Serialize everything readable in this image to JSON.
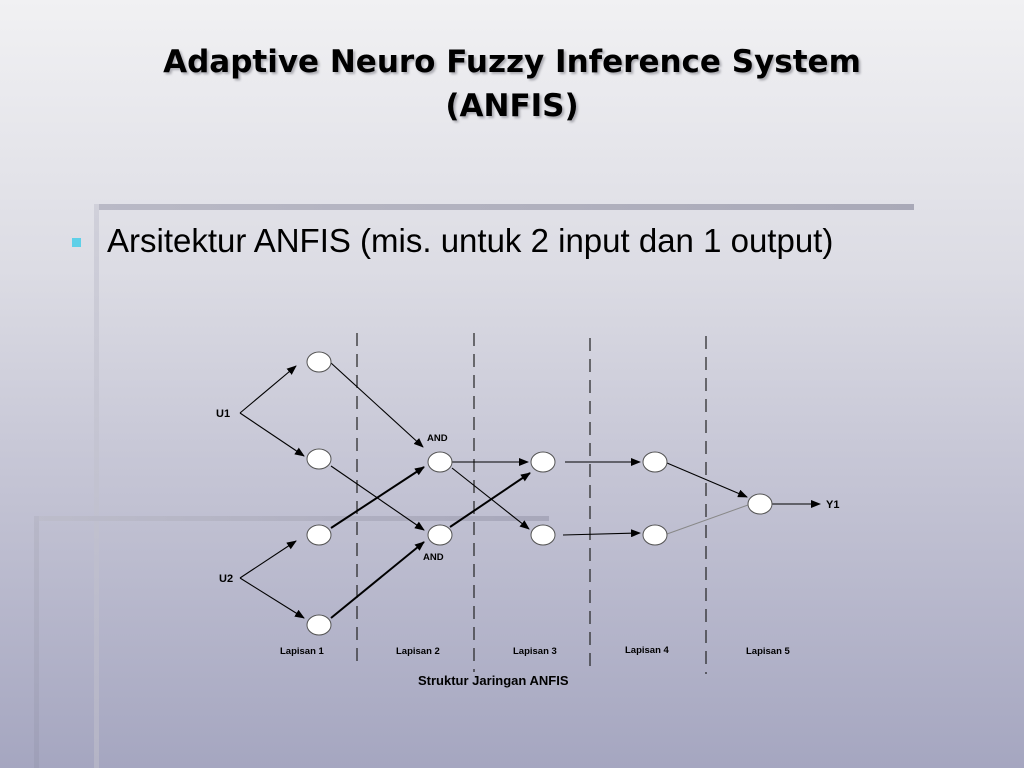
{
  "slide": {
    "title_line1": "Adaptive Neuro Fuzzy Inference System",
    "title_line2": "(ANFIS)",
    "bullet": "Arsitektur ANFIS (mis. untuk 2 input dan 1 output)"
  },
  "diagram": {
    "inputs": {
      "u1": "U1",
      "u2": "U2"
    },
    "output": "Y1",
    "and_top": "AND",
    "and_bottom": "AND",
    "layers": [
      "Lapisan 1",
      "Lapisan 2",
      "Lapisan 3",
      "Lapisan 4",
      "Lapisan 5"
    ],
    "caption": "Struktur Jaringan ANFIS"
  },
  "colors": {
    "bullet": "#5fd0e8"
  }
}
